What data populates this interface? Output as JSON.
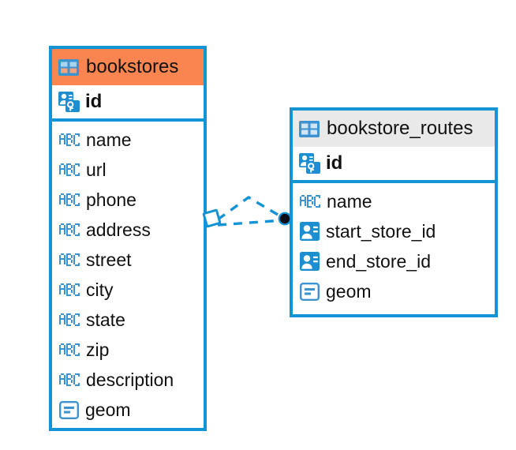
{
  "diagram": {
    "title": "database-er-diagram",
    "colors": {
      "border_blue": "#1594d4",
      "header_orange": "#fa8550",
      "header_gray": "#e9e9e9",
      "icon_blue": "#3d92d0",
      "text_black": "#111111",
      "connector_blue": "#1594d4",
      "connector_dot": "#0d0d1a"
    }
  },
  "entities": [
    {
      "name": "bookstores",
      "header_style": "orange",
      "table_icon": "table-grid-icon",
      "primary_key": {
        "label": "id",
        "icon": "primary-key-icon"
      },
      "fields": [
        {
          "label": "name",
          "icon": "abc-text-icon",
          "type": "text"
        },
        {
          "label": "url",
          "icon": "abc-text-icon",
          "type": "text"
        },
        {
          "label": "phone",
          "icon": "abc-text-icon",
          "type": "text"
        },
        {
          "label": "address",
          "icon": "abc-text-icon",
          "type": "text"
        },
        {
          "label": "street",
          "icon": "abc-text-icon",
          "type": "text"
        },
        {
          "label": "city",
          "icon": "abc-text-icon",
          "type": "text"
        },
        {
          "label": "state",
          "icon": "abc-text-icon",
          "type": "text"
        },
        {
          "label": "zip",
          "icon": "abc-text-icon",
          "type": "text"
        },
        {
          "label": "description",
          "icon": "abc-text-icon",
          "type": "text"
        },
        {
          "label": "geom",
          "icon": "geometry-icon",
          "type": "geometry"
        }
      ]
    },
    {
      "name": "bookstore_routes",
      "header_style": "gray",
      "table_icon": "table-grid-icon",
      "primary_key": {
        "label": "id",
        "icon": "primary-key-icon"
      },
      "fields": [
        {
          "label": "name",
          "icon": "abc-text-icon",
          "type": "text"
        },
        {
          "label": "start_store_id",
          "icon": "foreign-key-icon",
          "type": "foreign-key"
        },
        {
          "label": "end_store_id",
          "icon": "foreign-key-icon",
          "type": "foreign-key"
        },
        {
          "label": "geom",
          "icon": "geometry-icon",
          "type": "geometry"
        }
      ]
    }
  ],
  "relationship": {
    "name": "bookstores-to-bookstore-routes",
    "from_entity": "bookstores",
    "to_entity": "bookstore_routes",
    "line_style": "dashed",
    "from_marker": "diamond-outline",
    "to_marker": "filled-circle"
  }
}
